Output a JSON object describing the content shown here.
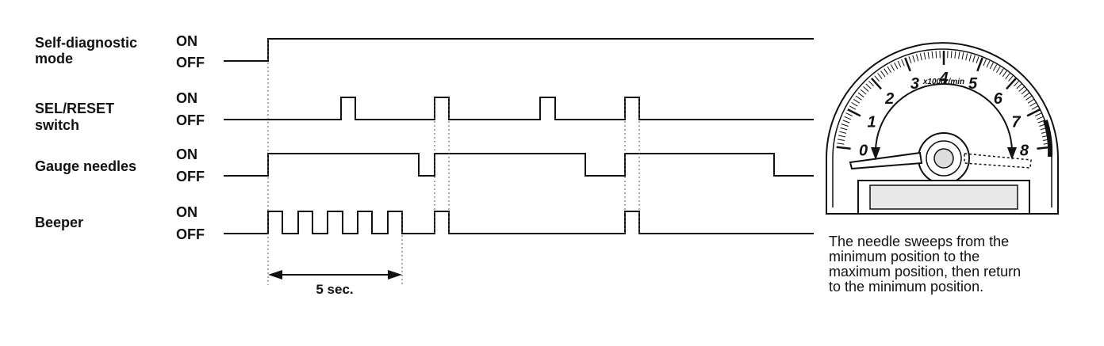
{
  "signals": [
    {
      "id": "self_diagnostic",
      "label_lines": [
        "Self-diagnostic",
        "mode"
      ],
      "on_label": "ON",
      "off_label": "OFF"
    },
    {
      "id": "sel_reset",
      "label_lines": [
        "SEL/RESET",
        "switch"
      ],
      "on_label": "ON",
      "off_label": "OFF"
    },
    {
      "id": "gauge_needles",
      "label_lines": [
        "Gauge needles"
      ],
      "on_label": "ON",
      "off_label": "OFF"
    },
    {
      "id": "beeper",
      "label_lines": [
        "Beeper"
      ],
      "on_label": "ON",
      "off_label": "OFF"
    }
  ],
  "dimension": {
    "label": "5 sec."
  },
  "gauge": {
    "scale_numbers": [
      "0",
      "1",
      "2",
      "3",
      "4",
      "5",
      "6",
      "7",
      "8"
    ],
    "unit_label": "x1000r/min"
  },
  "caption": {
    "lines": [
      "The needle sweeps from the",
      "minimum position to the",
      "maximum position, then return",
      "to the minimum position."
    ]
  }
}
